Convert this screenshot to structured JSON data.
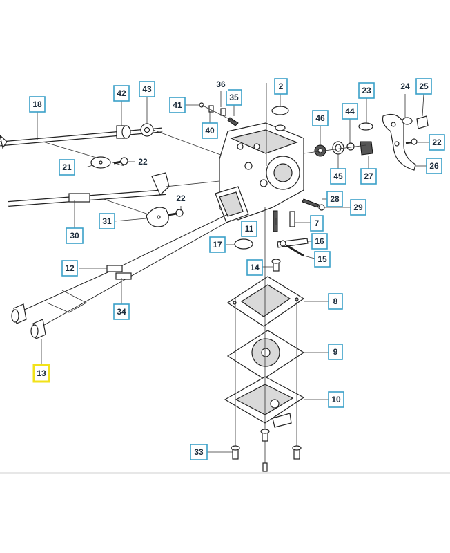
{
  "diagram": {
    "highlighted_part": "13",
    "callouts": [
      {
        "id": "c2",
        "label": "2"
      },
      {
        "id": "c7",
        "label": "7"
      },
      {
        "id": "c8",
        "label": "8"
      },
      {
        "id": "c9",
        "label": "9"
      },
      {
        "id": "c10",
        "label": "10"
      },
      {
        "id": "c11",
        "label": "11"
      },
      {
        "id": "c12",
        "label": "12"
      },
      {
        "id": "c13",
        "label": "13"
      },
      {
        "id": "c14",
        "label": "14"
      },
      {
        "id": "c15",
        "label": "15"
      },
      {
        "id": "c16",
        "label": "16"
      },
      {
        "id": "c17",
        "label": "17"
      },
      {
        "id": "c18",
        "label": "18"
      },
      {
        "id": "c21",
        "label": "21"
      },
      {
        "id": "c22a",
        "label": "22"
      },
      {
        "id": "c22b",
        "label": "22"
      },
      {
        "id": "c22c",
        "label": "22"
      },
      {
        "id": "c23",
        "label": "23"
      },
      {
        "id": "c24",
        "label": "24"
      },
      {
        "id": "c25",
        "label": "25"
      },
      {
        "id": "c26",
        "label": "26"
      },
      {
        "id": "c27",
        "label": "27"
      },
      {
        "id": "c28",
        "label": "28"
      },
      {
        "id": "c29",
        "label": "29"
      },
      {
        "id": "c30",
        "label": "30"
      },
      {
        "id": "c31",
        "label": "31"
      },
      {
        "id": "c33",
        "label": "33"
      },
      {
        "id": "c34",
        "label": "34"
      },
      {
        "id": "c35",
        "label": "35"
      },
      {
        "id": "c36",
        "label": "36"
      },
      {
        "id": "c40",
        "label": "40"
      },
      {
        "id": "c41",
        "label": "41"
      },
      {
        "id": "c42",
        "label": "42"
      },
      {
        "id": "c43",
        "label": "43"
      },
      {
        "id": "c44",
        "label": "44"
      },
      {
        "id": "c45",
        "label": "45"
      },
      {
        "id": "c46",
        "label": "46"
      }
    ],
    "colors": {
      "callout_border": "#3aa0c8",
      "highlight_border": "#f2e21a",
      "ink": "#222222"
    }
  }
}
